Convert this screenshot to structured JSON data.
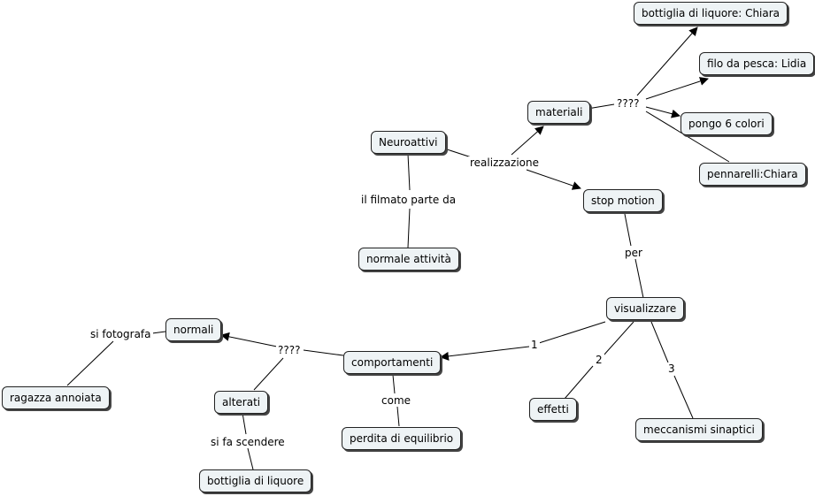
{
  "nodes": {
    "neuroattivi": "Neuroattivi",
    "normale_attivita": "normale attività",
    "materiali": "materiali",
    "stop_motion": "stop motion",
    "bottiglia_chiara": "bottiglia di liquore: Chiara",
    "filo_lidia": "filo da pesca: Lidia",
    "pongo": "pongo 6 colori",
    "pennarelli": "pennarelli:Chiara",
    "visualizzare": "visualizzare",
    "comportamenti": "comportamenti",
    "effetti": "effetti",
    "meccanismi": "meccanismi sinaptici",
    "normali": "normali",
    "alterati": "alterati",
    "ragazza": "ragazza annoiata",
    "perdita": "perdita di equilibrio",
    "bottiglia": "bottiglia di liquore"
  },
  "links": {
    "realizzazione": "realizzazione",
    "filmato": "il filmato parte da",
    "q_materiali": "????",
    "per": "per",
    "uno": "1",
    "due": "2",
    "tre": "3",
    "q_comportamenti": "????",
    "fotografa": "si fotografa",
    "come": "come",
    "scendere": "si fa scendere"
  }
}
